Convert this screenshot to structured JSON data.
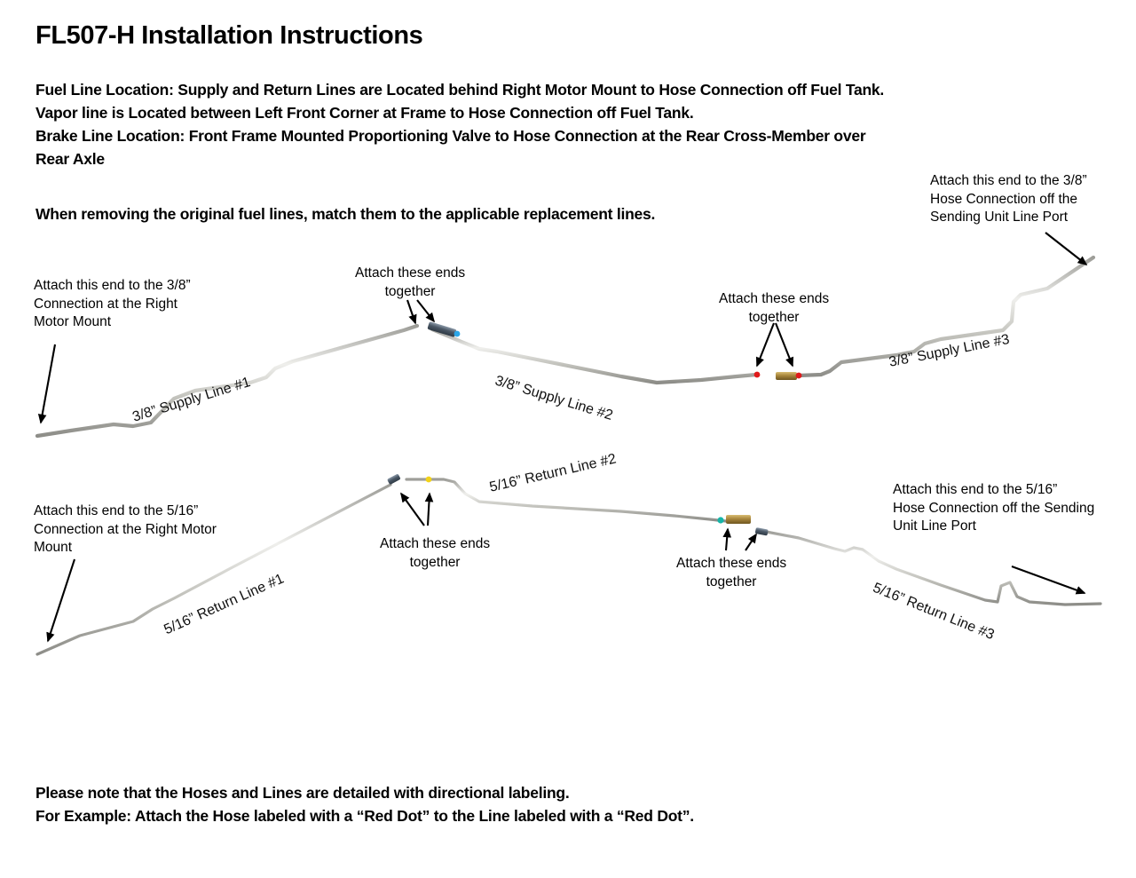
{
  "document": {
    "title": "FL507-H Installation Instructions",
    "intro_lines": [
      "Fuel Line Location:  Supply and Return Lines are Located behind Right Motor Mount to Hose Connection off Fuel Tank.",
      "Vapor line is Located between Left Front Corner at Frame to Hose Connection off Fuel Tank.",
      "Brake Line Location: Front Frame Mounted Proportioning Valve to Hose Connection at the Rear Cross-Member over",
      "Rear Axle"
    ],
    "match_instruction": "When removing the original fuel lines, match them to the applicable replacement lines.",
    "footer_lines": [
      "Please note that the Hoses and Lines are detailed with directional labeling.",
      "For Example: Attach the Hose labeled with a “Red Dot” to the Line labeled with a “Red Dot”."
    ]
  },
  "callouts": {
    "supply_left": [
      "Attach this end to the 3/8”",
      "Connection at the Right",
      "Motor Mount"
    ],
    "supply_right": [
      "Attach this end to the 3/8”",
      "Hose Connection off the",
      "Sending Unit Line Port"
    ],
    "supply_mid_1": [
      "Attach these ends",
      "together"
    ],
    "supply_mid_2": [
      "Attach these ends",
      "together"
    ],
    "return_left": [
      "Attach this end to the 5/16”",
      "Connection at the Right Motor",
      "Mount"
    ],
    "return_right": [
      "Attach this end to the 5/16”",
      "Hose Connection off the Sending",
      "Unit Line Port"
    ],
    "return_mid_1": [
      "Attach these ends",
      "together"
    ],
    "return_mid_2": [
      "Attach these ends",
      "together"
    ]
  },
  "line_labels": {
    "supply_1": "3/8” Supply Line #1",
    "supply_2": "3/8” Supply Line #2",
    "supply_3": "3/8” Supply Line #3",
    "return_1": "5/16” Return Line #1",
    "return_2": "5/16” Return Line #2",
    "return_3": "5/16” Return Line #3"
  },
  "colors": {
    "tube": "#b9b9b4",
    "tube_highlight": "#e8e8e4",
    "tube_dark": "#8c8c88",
    "fitting_steel": "#5d6b7a",
    "fitting_brass": "#a8863c",
    "dot_red": "#e01b1b",
    "dot_blue": "#2aa6e8",
    "dot_yellow": "#f2d21a",
    "dot_teal": "#16b5a8",
    "arrow": "#000000",
    "text": "#000000"
  },
  "markers": [
    {
      "name": "supply-line-2-left-dot",
      "color": "dot_blue"
    },
    {
      "name": "supply-line-2-right-dot",
      "color": "dot_red"
    },
    {
      "name": "supply-line-3-left-dot",
      "color": "dot_red"
    },
    {
      "name": "return-line-2-left-dot",
      "color": "dot_yellow"
    },
    {
      "name": "return-line-2-right-dot",
      "color": "dot_teal"
    }
  ]
}
